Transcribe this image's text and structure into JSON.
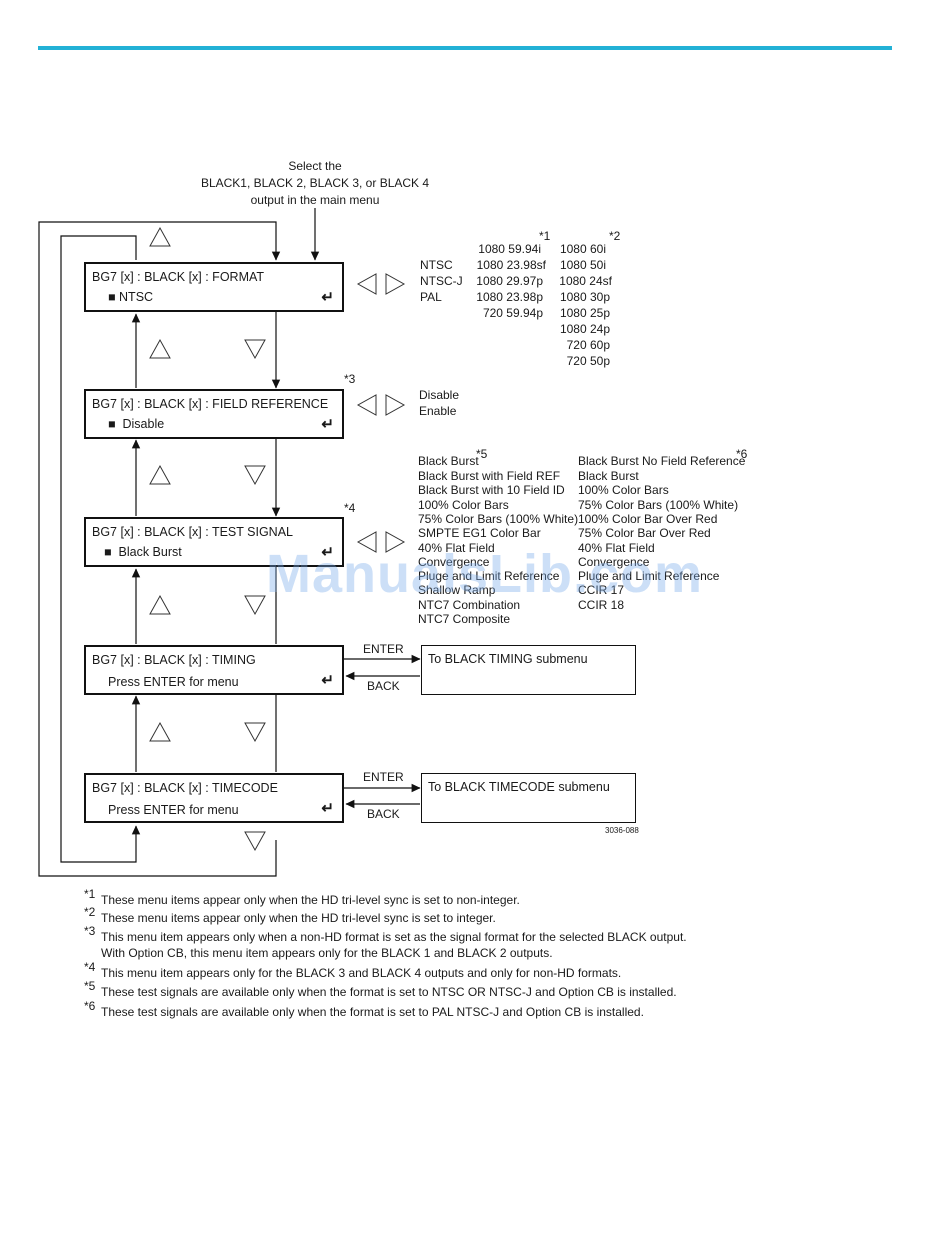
{
  "header": {
    "rule_color": "#22b1d6"
  },
  "instruction": {
    "line1": "Select the",
    "line2": "BLACK1, BLACK 2, BLACK 3, or BLACK 4",
    "line3": "output in the main menu"
  },
  "menus": {
    "format": {
      "title": "BG7 [x] : BLACK [x] :  FORMAT",
      "value": "NTSC"
    },
    "field_reference": {
      "title": "BG7 [x] : BLACK [x]  :  FIELD REFERENCE",
      "value": "Disable",
      "note_mark": "*3"
    },
    "test_signal": {
      "title": "BG7 [x] : BLACK [x]  :  TEST SIGNAL",
      "value": "Black Burst",
      "note_mark": "*4"
    },
    "timing": {
      "title": "BG7 [x] : BLACK [x] : TIMING",
      "value": "Press ENTER for menu"
    },
    "timecode": {
      "title": "BG7 [x] : BLACK [x] : TIMECODE",
      "value": "Press ENTER for menu"
    }
  },
  "format_options": {
    "sd": [
      "NTSC",
      "NTSC-J",
      "PAL"
    ],
    "non_integer": [
      "1080 59.94i",
      "1080 23.98sf",
      "1080 29.97p",
      "1080 23.98p",
      "720 59.94p"
    ],
    "integer": [
      "1080 60i",
      "1080 50i",
      "1080 24sf",
      "1080 30p",
      "1080 25p",
      "1080 24p",
      "720 60p",
      "720 50p"
    ],
    "mark1": "*1",
    "mark2": "*2"
  },
  "field_ref_options": [
    "Disable",
    "Enable"
  ],
  "test_signal_options": {
    "col1_first": "Black Burst",
    "mark5": "*5",
    "col1": [
      "Black Burst with Field REF",
      "Black Burst with 10 Field ID",
      "100% Color Bars",
      "75% Color Bars (100% White)",
      "SMPTE EG1 Color Bar",
      "40% Flat Field",
      "Convergence",
      "Pluge and Limit Reference",
      "Shallow Ramp",
      "NTC7 Combination",
      "NTC7 Composite"
    ],
    "col2_first": "Black Burst No Field Reference",
    "mark6": "*6",
    "col2": [
      "Black Burst",
      "100% Color Bars",
      "75% Color Bars (100% White)",
      "100% Color Bar Over Red",
      "75% Color Bar Over Red",
      "40% Flat Field",
      "Convergence",
      "Pluge and Limit Reference",
      "CCIR 17",
      "CCIR 18"
    ]
  },
  "submenus": {
    "timing": {
      "label": "To BLACK TIMING submenu",
      "enter": "ENTER",
      "back": "BACK"
    },
    "timecode": {
      "label": "To BLACK TIMECODE submenu",
      "enter": "ENTER",
      "back": "BACK"
    }
  },
  "figure_id": "3036-088",
  "footnotes": [
    {
      "mark": "*1",
      "lines": [
        "These menu items appear only when the HD tri-level sync is set to non-integer."
      ]
    },
    {
      "mark": "*2",
      "lines": [
        "These menu items appear only when the HD tri-level sync is set to integer."
      ]
    },
    {
      "mark": "*3",
      "lines": [
        "This menu item appears only when a non-HD format is set as the signal format for the selected BLACK output.",
        "With Option CB, this menu item appears only for the BLACK 1 and BLACK 2 outputs."
      ]
    },
    {
      "mark": "*4",
      "lines": [
        "This menu item appears only for the BLACK 3 and BLACK 4 outputs and only for non-HD formats."
      ]
    },
    {
      "mark": "*5",
      "lines": [
        "These test signals are available only when the format is set to NTSC OR NTSC-J and Option CB is installed."
      ]
    },
    {
      "mark": "*6",
      "lines": [
        "These test signals are available only when the format is set to PAL NTSC-J and Option CB is installed."
      ]
    }
  ],
  "watermark": "ManualsLib.com"
}
